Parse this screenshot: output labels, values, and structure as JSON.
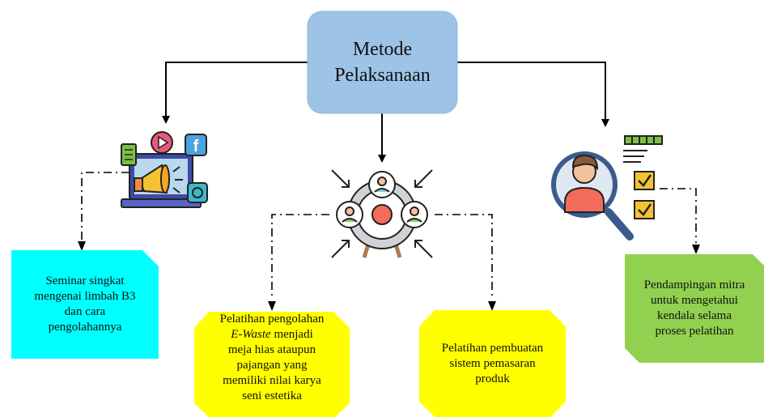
{
  "root": {
    "lines": [
      "Metode",
      "Pelaksanaan"
    ],
    "fill": "#9dc3e6"
  },
  "seminar": {
    "lines": [
      "Seminar singkat",
      "mengenai limbah B3",
      "dan cara",
      "pengolahannya"
    ],
    "fill": "#00ffff"
  },
  "ewaste": {
    "line1": "Pelatihan pengolahan",
    "line2_italic": "E-Waste",
    "line2_rest": " menjadi",
    "lines_rest": [
      "meja hias ataupun",
      "pajangan yang",
      "memiliki nilai karya",
      "seni estetika"
    ],
    "fill": "#ffff00"
  },
  "pemasaran": {
    "lines": [
      "Pelatihan pembuatan",
      "sistem pemasaran",
      "produk"
    ],
    "fill": "#ffff00"
  },
  "pendampingan": {
    "lines": [
      "Pendampingan mitra",
      "untuk mengetahui",
      "kendala selama",
      "proses pelatihan"
    ],
    "fill": "#92d050"
  },
  "icons": [
    "social-media-marketing-icon",
    "group-training-icon",
    "mentoring-search-icon"
  ]
}
